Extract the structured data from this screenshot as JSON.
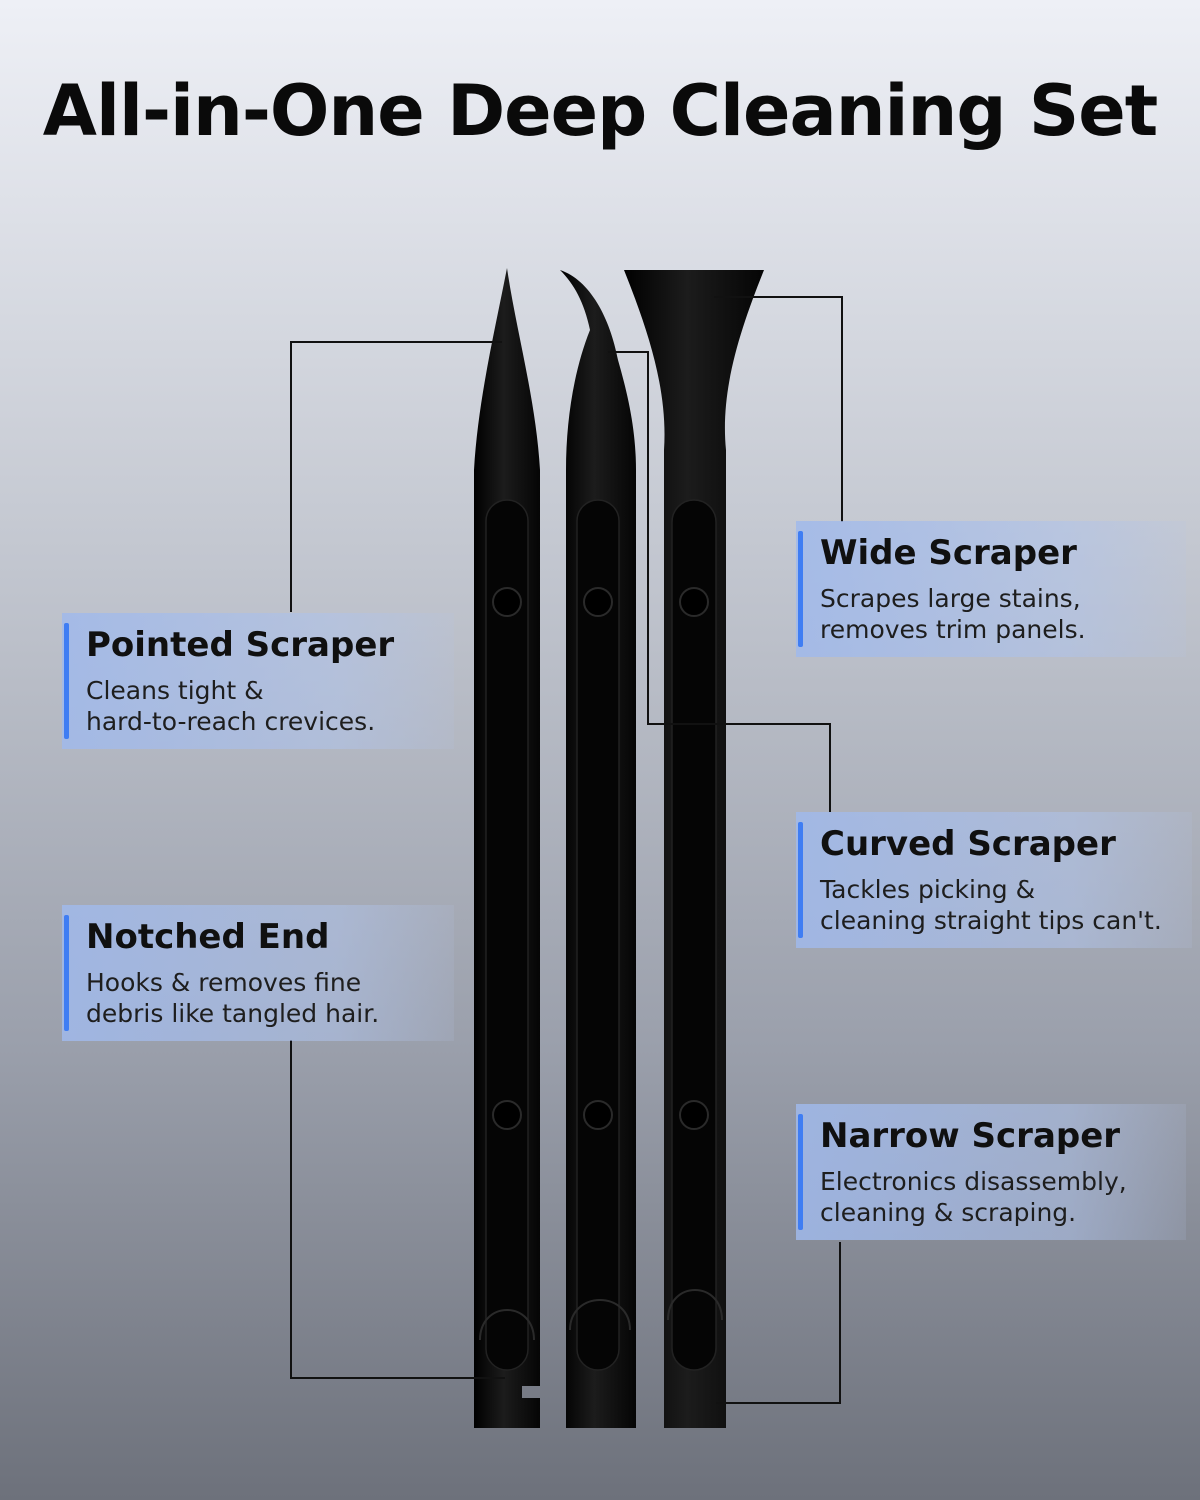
{
  "title": "All-in-One Deep Cleaning Set",
  "callouts": {
    "pointed": {
      "heading": "Pointed Scraper",
      "line1": "Cleans tight &",
      "line2": "hard-to-reach crevices."
    },
    "notched": {
      "heading": "Notched End",
      "line1": "Hooks & removes fine",
      "line2": "debris like tangled hair."
    },
    "wide": {
      "heading": "Wide Scraper",
      "line1": "Scrapes large stains,",
      "line2": "removes trim panels."
    },
    "curved": {
      "heading": "Curved Scraper",
      "line1": "Tackles picking &",
      "line2": "cleaning straight tips can't."
    },
    "narrow": {
      "heading": "Narrow Scraper",
      "line1": "Electronics disassembly,",
      "line2": "cleaning & scraping."
    }
  },
  "colors": {
    "accent": "#3f7df3",
    "tool": "#0d0d0d",
    "leader_line": "#111111"
  }
}
